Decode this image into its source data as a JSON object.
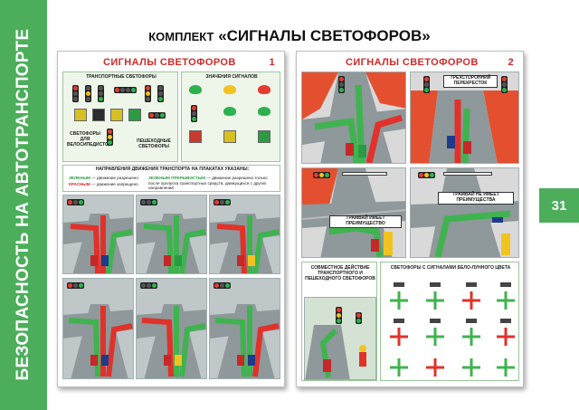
{
  "side_title": "БЕЗОПАСНОСТЬ НА АВТОТРАНСПОРТЕ",
  "page_number": "31",
  "main_title": {
    "prefix": "КОМПЛЕКТ",
    "name": "«СИГНАЛЫ СВЕТОФОРОВ»"
  },
  "poster1": {
    "title": "СИГНАЛЫ СВЕТОФОРОВ",
    "number": "1",
    "labels": {
      "transport": "ТРАНСПОРТНЫЕ СВЕТОФОРЫ",
      "meanings": "ЗНАЧЕНИЯ СИГНАЛОВ",
      "bicycle": "СВЕТОФОРЫ ДЛЯ ВЕЛОСИПЕДИСТОВ",
      "pedestrian": "ПЕШЕХОДНЫЕ СВЕТОФОРЫ"
    },
    "directions": {
      "heading": "НАПРАВЛЕНИЯ ДВИЖЕНИЯ ТРАНСПОРТА НА ПЛАКАТАХ УКАЗАНЫ:",
      "green_word": "ЗЕЛЕНЫМ",
      "green_text": "— движение разрешено",
      "red_word": "КРАСНЫМ",
      "red_text": "— движение запрещено",
      "blink_word": "ЗЕЛЕНЫМ ПРЕРЫВИСТЫМ",
      "blink_text": "— движение разрешено только после пропуска транспортных средств, движущихся с других направлений"
    }
  },
  "poster2": {
    "title": "СИГНАЛЫ СВЕТОФОРОВ",
    "number": "2",
    "labels": {
      "three_way": "ТРЕХСТОРОННИЙ ПЕРЕКРЕСТОК",
      "tram_priority": "ТРАМВАЙ ИМЕЕТ ПРЕИМУЩЕСТВО",
      "tram_no_priority": "ТРАМВАЙ НЕ ИМЕЕТ ПРЕИМУЩЕСТВА",
      "joint_action": "СОВМЕСТНОЕ ДЕЙСТВИЕ ТРАНСПОРТНОГО И ПЕШЕХОДНОГО СВЕТОФОРОВ",
      "white_lunar": "СВЕТОФОРЫ С СИГНАЛАМИ БЕЛО-ЛУННОГО ЦВЕТА"
    }
  },
  "colors": {
    "brand_green": "#4cae5b",
    "title_red": "#d42828",
    "arrow_green": "#3fb34f",
    "arrow_red": "#e0322a"
  }
}
